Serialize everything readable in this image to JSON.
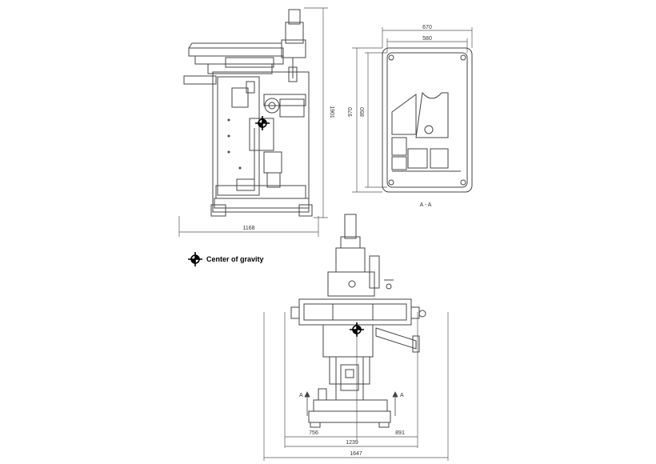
{
  "legend": {
    "label": "Center of gravity",
    "symbol": "center-of-gravity-icon"
  },
  "side_view": {
    "dimensions": {
      "height": "1901",
      "width": "1168"
    }
  },
  "section_view": {
    "caption": "A - A",
    "dimensions": {
      "outer_width": "670",
      "inner_width": "580",
      "outer_height": "970",
      "inner_height": "850"
    }
  },
  "front_view": {
    "section_marker": "A",
    "dimensions": {
      "left": "756",
      "middle": "1239",
      "right": "891",
      "total": "1647"
    }
  },
  "colors": {
    "line": "#444444",
    "text": "#333333",
    "gravity_mark": "#000000"
  }
}
